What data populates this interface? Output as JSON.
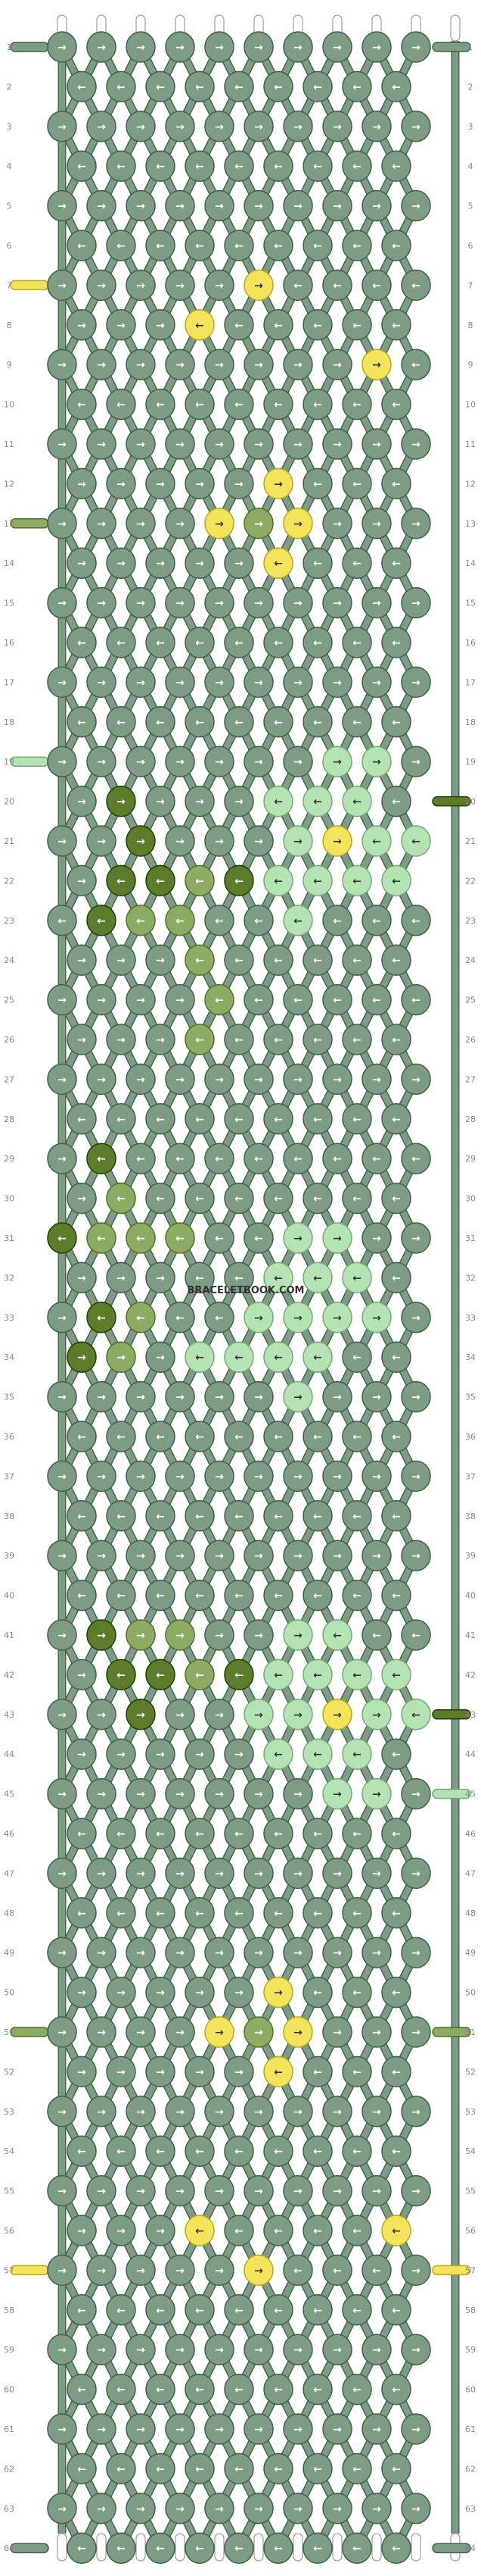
{
  "pattern": {
    "rows": 64,
    "strings": 11,
    "watermark": "BRACELETBOOK.COM",
    "colors": {
      "A": "#7c9c84",
      "B": "#f4e45c",
      "C": "#8cac64",
      "D": "#5c7c2c",
      "E": "#b4e4b4"
    },
    "start_colors": [
      "A",
      "A",
      "A",
      "A",
      "A",
      "A",
      "A",
      "A",
      "A",
      "A",
      "A"
    ],
    "end_colors": [
      "A",
      "A",
      "A",
      "A",
      "A",
      "A",
      "A",
      "A",
      "A",
      "A",
      "A"
    ],
    "left_edge_markers": {
      "1": "A",
      "7": "B",
      "13": "C",
      "19": "E",
      "51": "C",
      "57": "B",
      "64": "A"
    },
    "right_edge_markers": {
      "1": "A",
      "20": "D",
      "43": "D",
      "45": "E",
      "51": "C",
      "57": "B",
      "64": "A"
    },
    "knots": {
      "7": [
        [
          "A",
          "→"
        ],
        [
          "A",
          "→"
        ],
        [
          "A",
          "→"
        ],
        [
          "A",
          "→"
        ],
        [
          "A",
          "→"
        ],
        [
          "B",
          "→"
        ],
        [
          "A",
          "←"
        ],
        [
          "A",
          "←"
        ],
        [
          "A",
          "←"
        ],
        [
          "A",
          "←"
        ]
      ],
      "8": [
        [
          "A",
          "→"
        ],
        [
          "A",
          "→"
        ],
        [
          "A",
          "→"
        ],
        [
          "B",
          "←"
        ],
        [
          "A",
          "←"
        ],
        [
          "A",
          "←"
        ],
        [
          "A",
          "←"
        ],
        [
          "A",
          "←"
        ],
        [
          "A",
          "←"
        ]
      ],
      "9": [
        [
          "A",
          "→"
        ],
        [
          "A",
          "→"
        ],
        [
          "A",
          "→"
        ],
        [
          "A",
          "→"
        ],
        [
          "A",
          "→"
        ],
        [
          "A",
          "→"
        ],
        [
          "A",
          "→"
        ],
        [
          "A",
          "→"
        ],
        [
          "B",
          "→"
        ],
        [
          "A",
          "←"
        ]
      ],
      "12": [
        [
          "A",
          "→"
        ],
        [
          "A",
          "→"
        ],
        [
          "A",
          "→"
        ],
        [
          "A",
          "→"
        ],
        [
          "A",
          "→"
        ],
        [
          "B",
          "→"
        ],
        [
          "A",
          "←"
        ],
        [
          "A",
          "←"
        ],
        [
          "A",
          "←"
        ]
      ],
      "13": [
        [
          "A",
          "→"
        ],
        [
          "A",
          "→"
        ],
        [
          "A",
          "→"
        ],
        [
          "A",
          "→"
        ],
        [
          "B",
          "→"
        ],
        [
          "C",
          "→"
        ],
        [
          "B",
          "→"
        ],
        [
          "A",
          "→"
        ],
        [
          "A",
          "→"
        ],
        [
          "A",
          "→"
        ]
      ],
      "14": [
        [
          "A",
          "→"
        ],
        [
          "A",
          "→"
        ],
        [
          "A",
          "→"
        ],
        [
          "A",
          "→"
        ],
        [
          "A",
          "→"
        ],
        [
          "B",
          "←"
        ],
        [
          "A",
          "←"
        ],
        [
          "A",
          "←"
        ],
        [
          "A",
          "←"
        ]
      ],
      "19": [
        [
          "A",
          "→"
        ],
        [
          "A",
          "→"
        ],
        [
          "A",
          "→"
        ],
        [
          "A",
          "→"
        ],
        [
          "A",
          "→"
        ],
        [
          "A",
          "→"
        ],
        [
          "A",
          "→"
        ],
        [
          "E",
          "→"
        ],
        [
          "E",
          "→"
        ],
        [
          "A",
          "→"
        ]
      ],
      "20": [
        [
          "A",
          "→"
        ],
        [
          "D",
          "→"
        ],
        [
          "A",
          "→"
        ],
        [
          "A",
          "→"
        ],
        [
          "A",
          "→"
        ],
        [
          "E",
          "←"
        ],
        [
          "E",
          "←"
        ],
        [
          "E",
          "←"
        ],
        [
          "A",
          "←"
        ]
      ],
      "21": [
        [
          "A",
          "→"
        ],
        [
          "A",
          "→"
        ],
        [
          "D",
          "→"
        ],
        [
          "A",
          "→"
        ],
        [
          "A",
          "→"
        ],
        [
          "A",
          "→"
        ],
        [
          "E",
          "→"
        ],
        [
          "B",
          "→"
        ],
        [
          "E",
          "←"
        ],
        [
          "E",
          "←"
        ]
      ],
      "22": [
        [
          "A",
          "→"
        ],
        [
          "D",
          "←"
        ],
        [
          "D",
          "←"
        ],
        [
          "C",
          "←"
        ],
        [
          "D",
          "←"
        ],
        [
          "E",
          "←"
        ],
        [
          "E",
          "←"
        ],
        [
          "E",
          "←"
        ],
        [
          "E",
          "←"
        ]
      ],
      "23": [
        [
          "A",
          "←"
        ],
        [
          "D",
          "←"
        ],
        [
          "C",
          "←"
        ],
        [
          "C",
          "←"
        ],
        [
          "A",
          "←"
        ],
        [
          "A",
          "←"
        ],
        [
          "E",
          "←"
        ],
        [
          "A",
          "←"
        ],
        [
          "A",
          "←"
        ],
        [
          "A",
          "←"
        ]
      ],
      "24": [
        [
          "A",
          "→"
        ],
        [
          "A",
          "→"
        ],
        [
          "A",
          "→"
        ],
        [
          "C",
          "←"
        ],
        [
          "A",
          "←"
        ],
        [
          "A",
          "←"
        ],
        [
          "A",
          "←"
        ],
        [
          "A",
          "←"
        ],
        [
          "A",
          "←"
        ]
      ],
      "25": [
        [
          "A",
          "→"
        ],
        [
          "A",
          "→"
        ],
        [
          "A",
          "→"
        ],
        [
          "A",
          "→"
        ],
        [
          "C",
          "←"
        ],
        [
          "A",
          "←"
        ],
        [
          "A",
          "←"
        ],
        [
          "A",
          "←"
        ],
        [
          "A",
          "←"
        ],
        [
          "A",
          "←"
        ]
      ],
      "26": [
        [
          "A",
          "→"
        ],
        [
          "A",
          "→"
        ],
        [
          "A",
          "→"
        ],
        [
          "C",
          "←"
        ],
        [
          "A",
          "←"
        ],
        [
          "A",
          "←"
        ],
        [
          "A",
          "←"
        ],
        [
          "A",
          "←"
        ],
        [
          "A",
          "←"
        ]
      ],
      "29": [
        [
          "A",
          "→"
        ],
        [
          "D",
          "←"
        ],
        [
          "A",
          "←"
        ],
        [
          "A",
          "←"
        ],
        [
          "A",
          "←"
        ],
        [
          "A",
          "←"
        ],
        [
          "A",
          "←"
        ],
        [
          "A",
          "←"
        ],
        [
          "A",
          "←"
        ],
        [
          "A",
          "←"
        ]
      ],
      "30": [
        [
          "A",
          "→"
        ],
        [
          "C",
          "←"
        ],
        [
          "A",
          "←"
        ],
        [
          "A",
          "←"
        ],
        [
          "A",
          "←"
        ],
        [
          "A",
          "←"
        ],
        [
          "A",
          "←"
        ],
        [
          "A",
          "←"
        ],
        [
          "A",
          "←"
        ]
      ],
      "31": [
        [
          "D",
          "←"
        ],
        [
          "C",
          "←"
        ],
        [
          "C",
          "←"
        ],
        [
          "C",
          "←"
        ],
        [
          "A",
          "←"
        ],
        [
          "A",
          "←"
        ],
        [
          "E",
          "→"
        ],
        [
          "E",
          "→"
        ],
        [
          "A",
          "→"
        ],
        [
          "A",
          "→"
        ]
      ],
      "32": [
        [
          "A",
          "→"
        ],
        [
          "A",
          "→"
        ],
        [
          "A",
          "→"
        ],
        [
          "A",
          "←"
        ],
        [
          "A",
          "←"
        ],
        [
          "E",
          "←"
        ],
        [
          "E",
          "←"
        ],
        [
          "E",
          "←"
        ],
        [
          "A",
          "←"
        ]
      ],
      "33": [
        [
          "A",
          "→"
        ],
        [
          "D",
          "←"
        ],
        [
          "C",
          "←"
        ],
        [
          "A",
          "←"
        ],
        [
          "A",
          "←"
        ],
        [
          "E",
          "→"
        ],
        [
          "E",
          "→"
        ],
        [
          "E",
          "→"
        ],
        [
          "E",
          "→"
        ],
        [
          "A",
          "→"
        ]
      ],
      "34": [
        [
          "D",
          "→"
        ],
        [
          "C",
          "→"
        ],
        [
          "A",
          "→"
        ],
        [
          "E",
          "←"
        ],
        [
          "E",
          "←"
        ],
        [
          "E",
          "←"
        ],
        [
          "E",
          "←"
        ],
        [
          "A",
          "←"
        ],
        [
          "A",
          "←"
        ]
      ],
      "35": [
        [
          "A",
          "→"
        ],
        [
          "A",
          "→"
        ],
        [
          "A",
          "→"
        ],
        [
          "A",
          "→"
        ],
        [
          "A",
          "→"
        ],
        [
          "A",
          "→"
        ],
        [
          "E",
          "→"
        ],
        [
          "A",
          "→"
        ],
        [
          "A",
          "→"
        ],
        [
          "A",
          "→"
        ]
      ],
      "41": [
        [
          "A",
          "→"
        ],
        [
          "D",
          "→"
        ],
        [
          "C",
          "→"
        ],
        [
          "C",
          "→"
        ],
        [
          "A",
          "→"
        ],
        [
          "A",
          "→"
        ],
        [
          "E",
          "→"
        ],
        [
          "E",
          "←"
        ],
        [
          "A",
          "←"
        ],
        [
          "A",
          "←"
        ]
      ],
      "42": [
        [
          "A",
          "→"
        ],
        [
          "D",
          "←"
        ],
        [
          "D",
          "←"
        ],
        [
          "C",
          "←"
        ],
        [
          "D",
          "←"
        ],
        [
          "E",
          "←"
        ],
        [
          "E",
          "←"
        ],
        [
          "E",
          "←"
        ],
        [
          "E",
          "←"
        ]
      ],
      "43": [
        [
          "A",
          "→"
        ],
        [
          "A",
          "→"
        ],
        [
          "D",
          "→"
        ],
        [
          "A",
          "→"
        ],
        [
          "A",
          "→"
        ],
        [
          "E",
          "→"
        ],
        [
          "E",
          "→"
        ],
        [
          "B",
          "→"
        ],
        [
          "E",
          "→"
        ],
        [
          "E",
          "←"
        ]
      ],
      "44": [
        [
          "A",
          "→"
        ],
        [
          "A",
          "→"
        ],
        [
          "A",
          "→"
        ],
        [
          "A",
          "→"
        ],
        [
          "A",
          "→"
        ],
        [
          "E",
          "←"
        ],
        [
          "E",
          "←"
        ],
        [
          "E",
          "←"
        ],
        [
          "A",
          "←"
        ]
      ],
      "45": [
        [
          "A",
          "→"
        ],
        [
          "A",
          "→"
        ],
        [
          "A",
          "→"
        ],
        [
          "A",
          "→"
        ],
        [
          "A",
          "→"
        ],
        [
          "A",
          "→"
        ],
        [
          "A",
          "→"
        ],
        [
          "E",
          "→"
        ],
        [
          "E",
          "→"
        ],
        [
          "A",
          "→"
        ]
      ],
      "50": [
        [
          "A",
          "→"
        ],
        [
          "A",
          "→"
        ],
        [
          "A",
          "→"
        ],
        [
          "A",
          "→"
        ],
        [
          "A",
          "→"
        ],
        [
          "B",
          "→"
        ],
        [
          "A",
          "←"
        ],
        [
          "A",
          "←"
        ],
        [
          "A",
          "←"
        ]
      ],
      "51": [
        [
          "A",
          "→"
        ],
        [
          "A",
          "→"
        ],
        [
          "A",
          "→"
        ],
        [
          "A",
          "→"
        ],
        [
          "B",
          "→"
        ],
        [
          "C",
          "→"
        ],
        [
          "B",
          "→"
        ],
        [
          "A",
          "→"
        ],
        [
          "A",
          "→"
        ],
        [
          "A",
          "→"
        ]
      ],
      "52": [
        [
          "A",
          "→"
        ],
        [
          "A",
          "→"
        ],
        [
          "A",
          "→"
        ],
        [
          "A",
          "→"
        ],
        [
          "A",
          "→"
        ],
        [
          "B",
          "←"
        ],
        [
          "A",
          "←"
        ],
        [
          "A",
          "←"
        ],
        [
          "A",
          "←"
        ]
      ],
      "56": [
        [
          "A",
          "→"
        ],
        [
          "A",
          "→"
        ],
        [
          "A",
          "→"
        ],
        [
          "B",
          "←"
        ],
        [
          "A",
          "←"
        ],
        [
          "A",
          "←"
        ],
        [
          "A",
          "←"
        ],
        [
          "A",
          "←"
        ],
        [
          "B",
          "←"
        ],
        [
          "A",
          "←"
        ]
      ],
      "57": [
        [
          "A",
          "→"
        ],
        [
          "A",
          "→"
        ],
        [
          "A",
          "→"
        ],
        [
          "A",
          "→"
        ],
        [
          "A",
          "→"
        ],
        [
          "B",
          "→"
        ],
        [
          "A",
          "←"
        ],
        [
          "A",
          "←"
        ],
        [
          "A",
          "←"
        ]
      ]
    }
  }
}
